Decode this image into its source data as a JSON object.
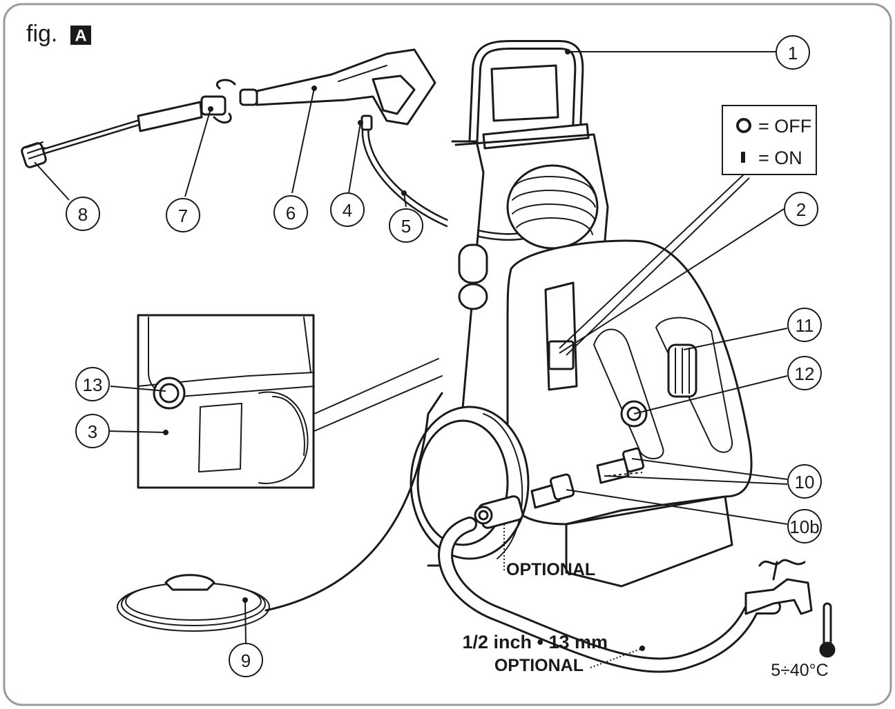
{
  "figure": {
    "label": "fig.",
    "badge": "A"
  },
  "legend": {
    "off": "= OFF",
    "on": "= ON"
  },
  "callouts": {
    "c1": "1",
    "c2": "2",
    "c3": "3",
    "c4": "4",
    "c5": "5",
    "c6": "6",
    "c7": "7",
    "c8": "8",
    "c9": "9",
    "c10": "10",
    "c10b": "10b",
    "c11": "11",
    "c12": "12",
    "c13": "13"
  },
  "annotations": {
    "optional_top": "OPTIONAL",
    "hose_size": "1/2 inch • 13 mm",
    "optional_bottom": "OPTIONAL",
    "temperature": "5÷40°C"
  },
  "colors": {
    "line": "#1a1a1a",
    "border": "#9a9a9a",
    "panel_fill": "#ffffff"
  }
}
